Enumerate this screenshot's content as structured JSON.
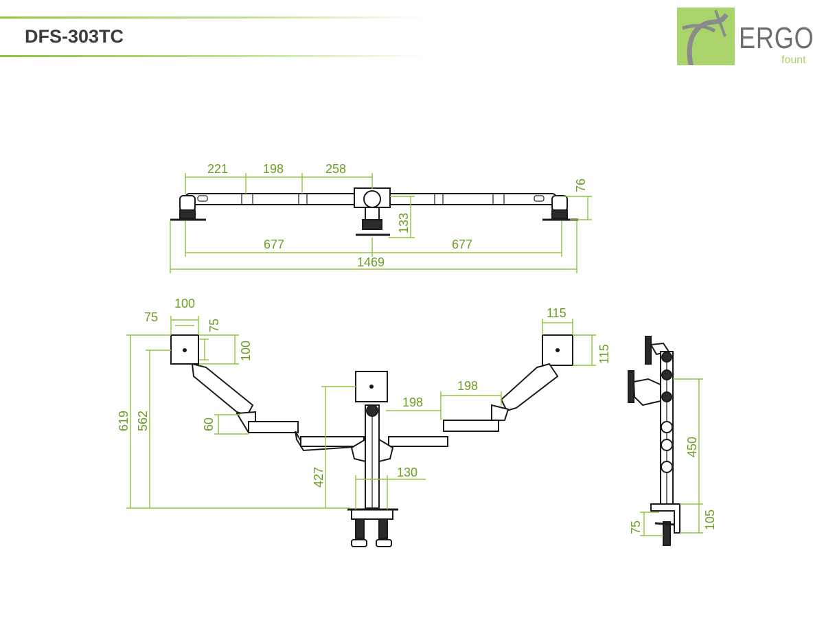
{
  "header": {
    "title": "DFS-303TC"
  },
  "logo": {
    "word": "ERGO",
    "sub": "fount"
  },
  "colors": {
    "accent": "#8dc63f",
    "dimension_text": "#6a9e22",
    "drawing": "#1a1a1a",
    "title": "#3c3c3c"
  },
  "dimensions": {
    "top_view": {
      "seg1": "221",
      "seg2": "198",
      "seg3": "258",
      "height": "76",
      "post": "133",
      "half_left": "677",
      "half_right": "677",
      "total": "1469"
    },
    "front_view": {
      "plate_w": "100",
      "hole_w": "75",
      "hole_h": "75",
      "plate_h": "100",
      "right_plate_w": "115",
      "right_plate_h": "115",
      "arm_seg_right": "198",
      "arm_seg_mid": "198",
      "drop": "60",
      "overall_h": "619",
      "arm_h": "562",
      "pole_h": "427",
      "base_w": "130"
    },
    "side_view": {
      "pole": "450",
      "clamp": "105",
      "desk": "75"
    }
  }
}
